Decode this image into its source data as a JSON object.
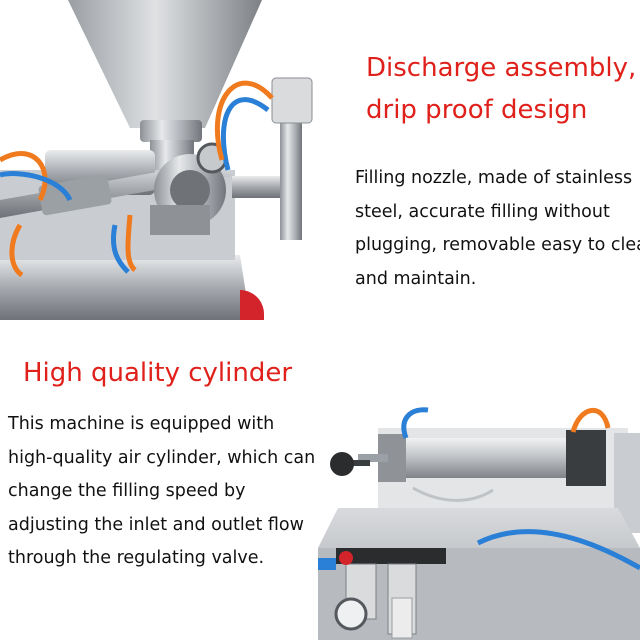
{
  "section_top": {
    "heading_line1": "Discharge assembly,",
    "heading_line2": "drip proof design",
    "description_lines": [
      "Filling nozzle, made of stainless",
      "steel, accurate filling without",
      "plugging, removable easy to clea",
      "and maintain."
    ]
  },
  "section_bottom": {
    "heading": "High quality cylinder",
    "description_lines": [
      "This machine is equipped with",
      "high-quality air cylinder, which can",
      "change the filling speed by",
      "adjusting the inlet and outlet flow",
      "through the regulating valve."
    ]
  },
  "colors": {
    "heading": "#e0201a",
    "body_text": "#111111",
    "steel": "#b9bcc0",
    "air_hose_blue": "#2a7fd6",
    "air_hose_orange": "#f07a1e"
  }
}
